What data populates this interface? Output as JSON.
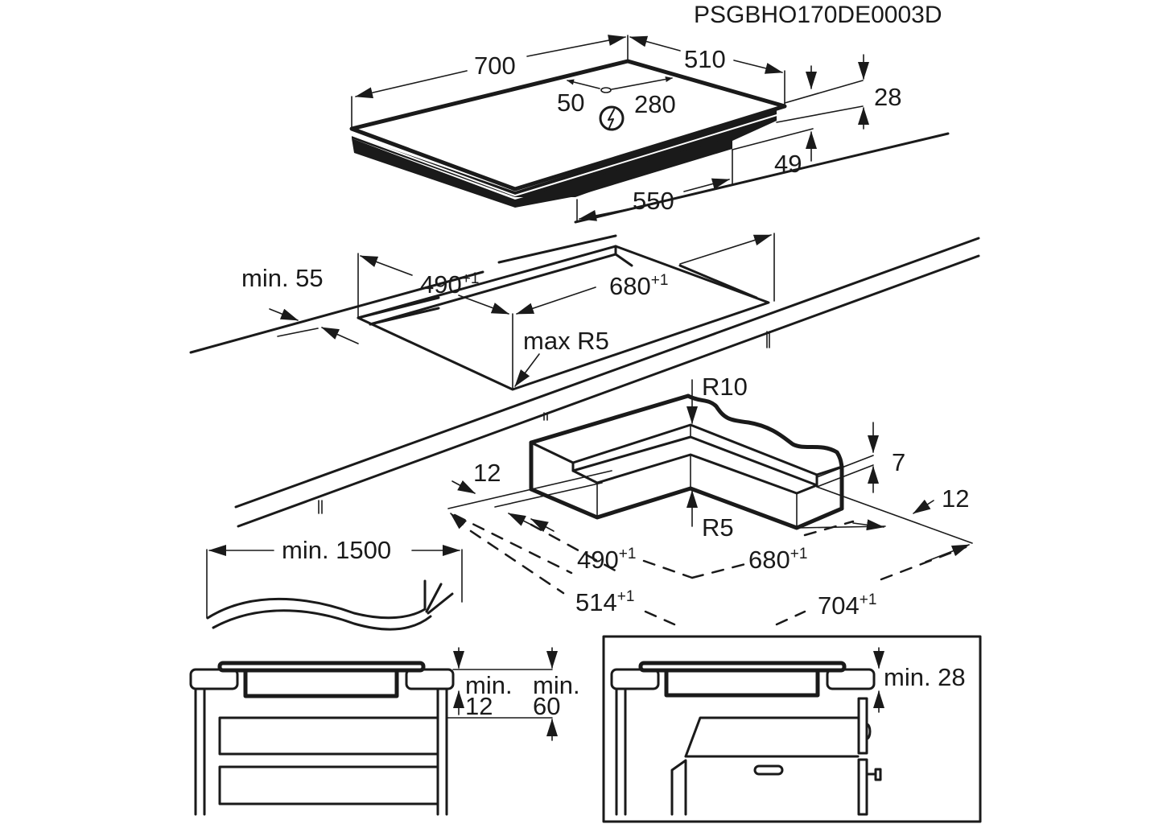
{
  "document_code": "PSGBHO170DE0003D",
  "hob": {
    "width": "700",
    "depth": "510",
    "connection_offset": "50",
    "connection_distance": "280",
    "power_symbol": "lightning-bolt-in-circle",
    "total_height": "28",
    "body_height": "49",
    "body_depth": "550"
  },
  "cutout": {
    "min_edge_distance": "min. 55",
    "depth": "490",
    "depth_tolerance": "+1",
    "width": "680",
    "width_tolerance": "+1",
    "corner_radius": "max R5"
  },
  "frame_cutout": {
    "outer_radius": "R10",
    "inner_radius": "R5",
    "ledge_height": "7",
    "ledge_width_left": "12",
    "ledge_width_right": "12",
    "inner_depth": "490",
    "inner_depth_tolerance": "+1",
    "inner_width": "680",
    "inner_width_tolerance": "+1",
    "outer_depth": "514",
    "outer_depth_tolerance": "+1",
    "outer_width": "704",
    "outer_width_tolerance": "+1"
  },
  "cable": {
    "length": "min. 1500"
  },
  "section_drawer": {
    "gap_label_1_line1": "min.",
    "gap_label_1_line2": "12",
    "gap_label_2_line1": "min.",
    "gap_label_2_line2": "60"
  },
  "section_oven": {
    "gap_label": "min. 28"
  }
}
